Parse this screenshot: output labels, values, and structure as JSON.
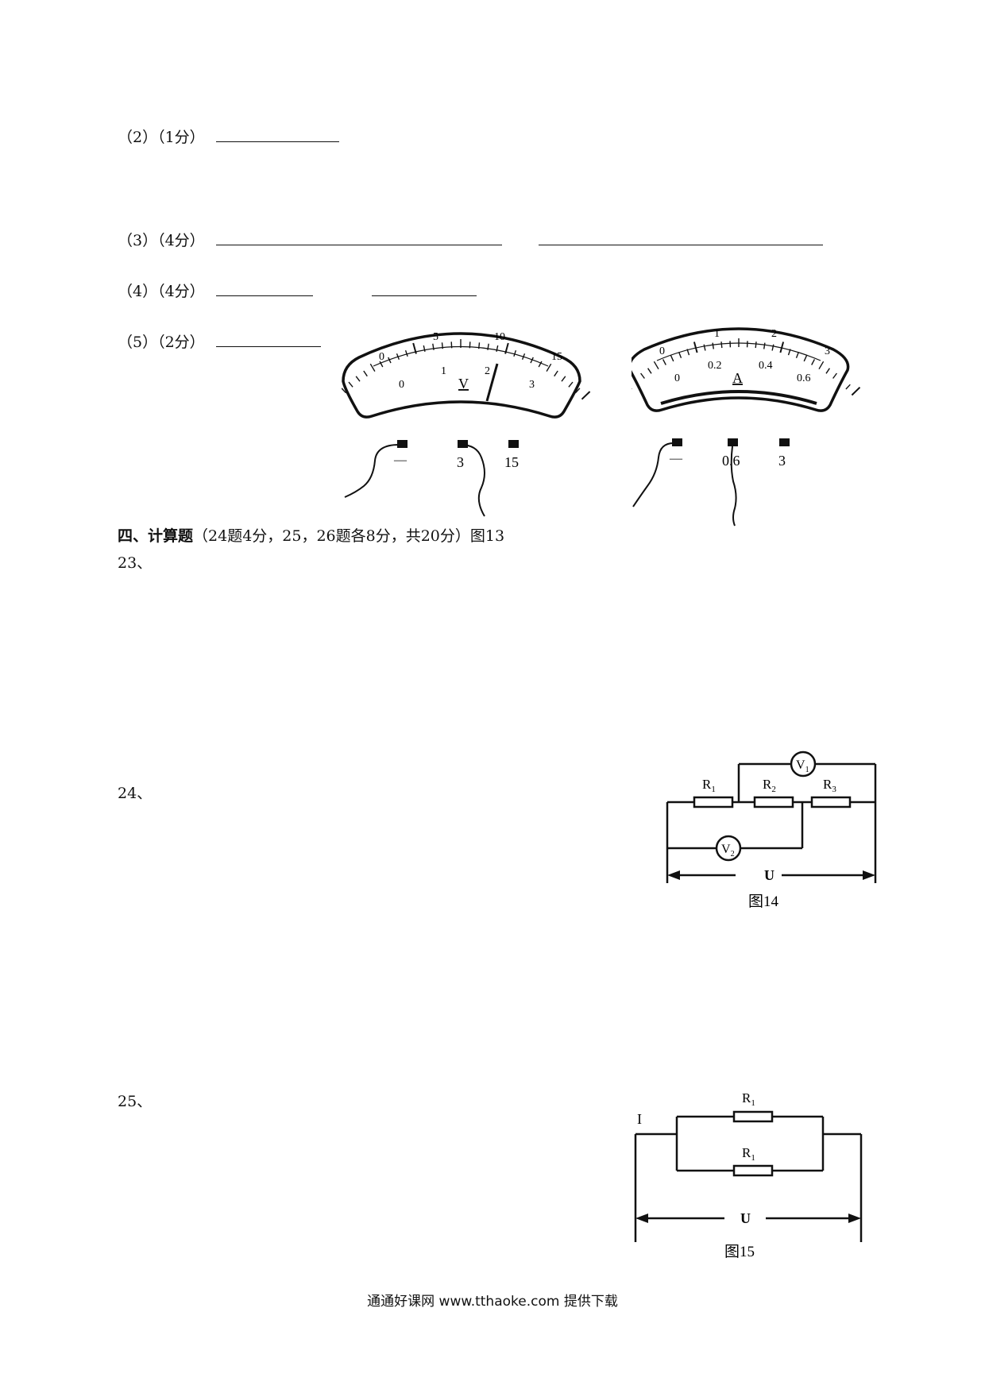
{
  "answers": [
    {
      "label": "（2）（1分）"
    },
    {
      "label": "（3）（4分）"
    },
    {
      "label": "（4）（4分）"
    },
    {
      "label": "（5）（2分）"
    }
  ],
  "voltmeter": {
    "top_scale": [
      "0",
      "5",
      "10",
      "15"
    ],
    "bottom_scale": [
      "0",
      "1",
      "2",
      "3"
    ],
    "unit": "V",
    "terminals": [
      "—",
      "3",
      "15"
    ],
    "needle_reading": 2.2
  },
  "ammeter": {
    "top_scale": [
      "0",
      "1",
      "2",
      "3"
    ],
    "bottom_scale": [
      "0",
      "0.2",
      "0.4",
      "0.6"
    ],
    "unit": "A",
    "terminals": [
      "—",
      "0.6",
      "3"
    ],
    "needle_reading": 0
  },
  "section4": {
    "title": "四、计算题",
    "detail": "（24题4分，25，26题各8分，共20分）图13"
  },
  "questions": {
    "q23": "23、",
    "q24": "24、",
    "q25": "25、"
  },
  "fig14": {
    "r1": "R",
    "r1_sub": "1",
    "r2": "R",
    "r2_sub": "2",
    "r3": "R",
    "r3_sub": "3",
    "v1": "V",
    "v1_sub": "1",
    "v2": "V",
    "v2_sub": "2",
    "u": "U",
    "caption": "图14"
  },
  "fig15": {
    "r_top": "R",
    "r_top_sub": "1",
    "r_bottom": "R",
    "r_bottom_sub": "1",
    "current": "I",
    "u": "U",
    "caption": "图15"
  },
  "footer": "通通好课网 www.tthaoke.com 提供下载"
}
